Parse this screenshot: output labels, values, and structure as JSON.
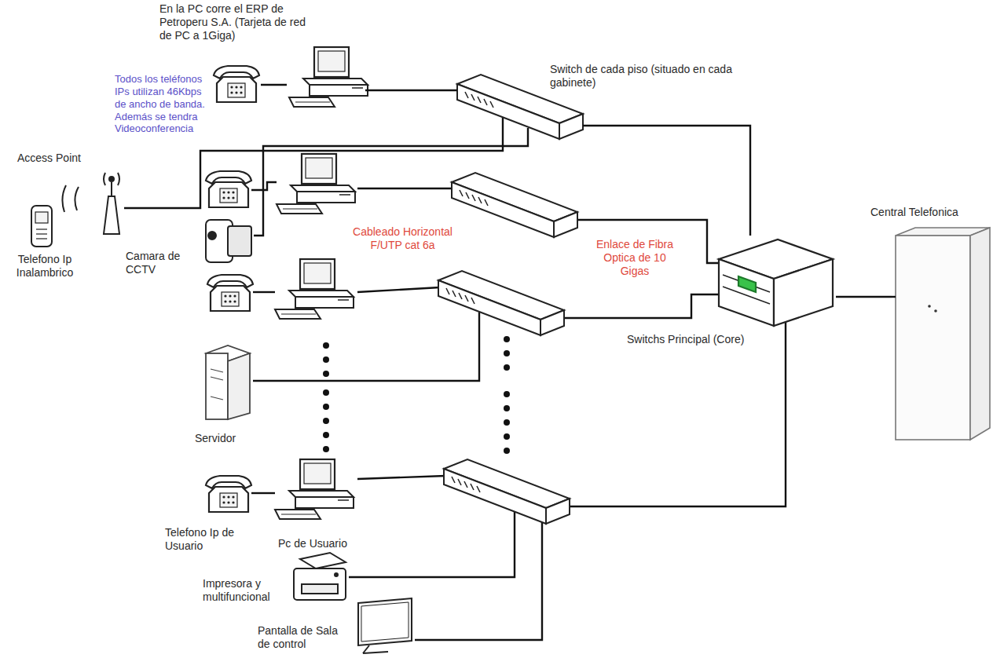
{
  "diagram": {
    "nodes": [
      {
        "text": [
          "En la PC corre el ERP de Petroperu S.A. (Tarjeta de red de PC a 1Giga)"
        ]
      },
      {
        "text": [
          "Switch de cada piso (situado en cada gabinete)"
        ]
      },
      {
        "text": [
          "Access Point"
        ]
      },
      {
        "text": [
          "Telefono Ip Inalambrico"
        ]
      },
      {
        "text": [
          "Camara de CCTV"
        ]
      },
      {
        "text": [
          "Switchs Principal (Core)"
        ]
      },
      {
        "text": [
          "Central Telefonica"
        ]
      },
      {
        "text": [
          "Servidor"
        ]
      },
      {
        "text": [
          "Telefono Ip de Usuario"
        ]
      },
      {
        "text": [
          "Pc de Usuario"
        ]
      },
      {
        "text": [
          "Impresora y multifuncional"
        ]
      },
      {
        "text": [
          "Pantalla de Sala de control"
        ]
      }
    ],
    "edges": [
      {
        "from": 0,
        "to": 1,
        "arrow": "none"
      },
      {
        "from": 1,
        "to": 5,
        "arrow": "none"
      },
      {
        "from": 5,
        "to": 6,
        "arrow": "none"
      }
    ],
    "labels": [
      "Todos los teléfonos IPs utilizan 46Kbps de ancho de banda. Además se tendra Videoconferencia",
      "Cableado Horizontal F/UTP cat 6a",
      "Enlace de Fibra Optica de 10 Gigas"
    ]
  }
}
